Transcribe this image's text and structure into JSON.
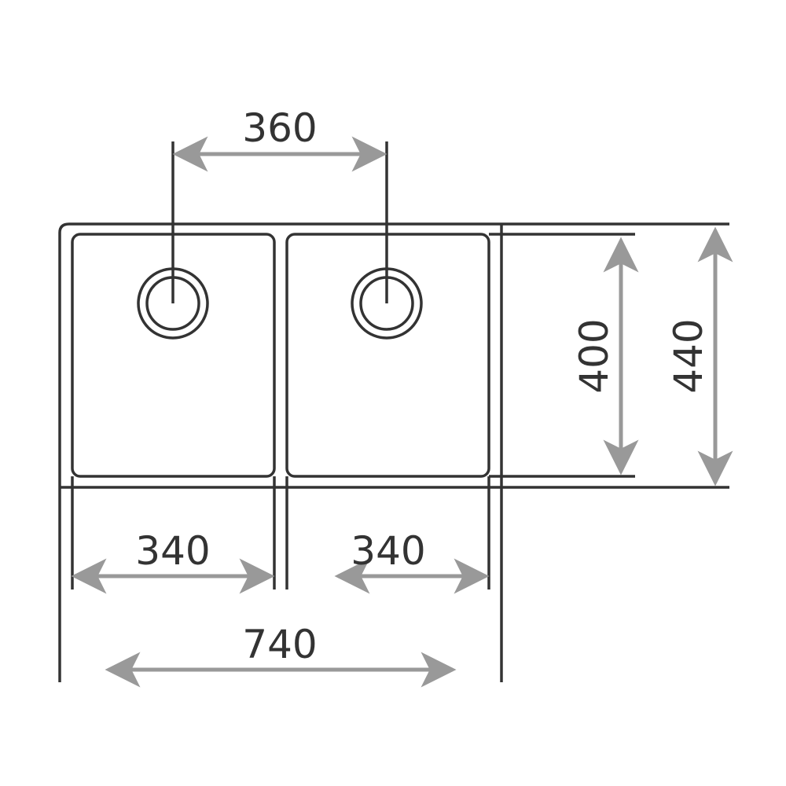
{
  "drawing": {
    "subject": "Double-bowl kitchen sink, top view with dimensions",
    "units": "mm",
    "colors": {
      "outline": "#333333",
      "dimension": "#999999",
      "background": "#ffffff"
    }
  },
  "dimensions": {
    "drain_spacing": "360",
    "left_bowl_width": "340",
    "right_bowl_width": "340",
    "overall_width": "740",
    "bowl_depth": "400",
    "overall_depth": "440"
  }
}
